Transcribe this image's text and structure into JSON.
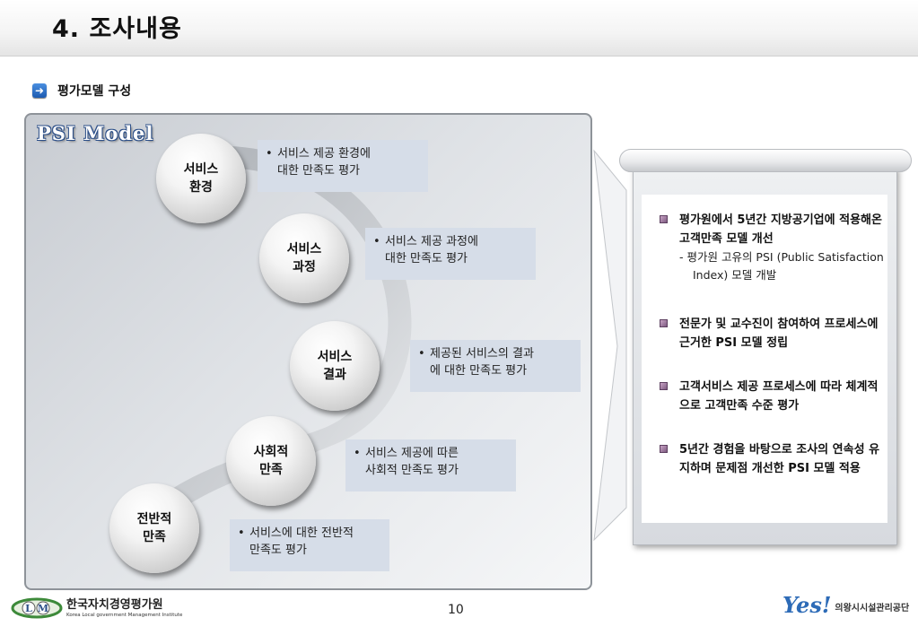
{
  "header": {
    "title": "4. 조사내용"
  },
  "section": {
    "icon": "arrow-right-icon",
    "label": "평가모델 구성"
  },
  "panel": {
    "logo_text": "PSI Model",
    "items": [
      {
        "circle": "서비스\n환경",
        "desc": "서비스 제공 환경에\n대한 만족도 평가"
      },
      {
        "circle": "서비스\n과정",
        "desc": "서비스 제공 과정에\n대한 만족도 평가"
      },
      {
        "circle": "서비스\n결과",
        "desc": "제공된 서비스의 결과\n에 대한 만족도 평가"
      },
      {
        "circle": "사회적\n만족",
        "desc": "서비스 제공에 따른\n사회적 만족도 평가"
      },
      {
        "circle": "전반적\n만족",
        "desc": "서비스에 대한 전반적\n만족도 평가"
      }
    ]
  },
  "summary": {
    "bullets": [
      {
        "text": "평가원에서 5년간 지방공기업에 적용해온 고객만족 모델 개선",
        "sub": "-  평가원 고유의 PSI (Public Satisfaction Index) 모델 개발"
      },
      {
        "text": "전문가 및 교수진이 참여하여 프로세스에 근거한 PSI 모델 정립"
      },
      {
        "text": "고객서비스 제공 프로세스에 따라 체계적으로 고객만족 수준 평가"
      },
      {
        "text": "5년간 경험을 바탕으로 조사의 연속성 유지하며 문제점 개선한 PSI 모델 적용"
      }
    ]
  },
  "footer": {
    "left_logo_letters": [
      "L",
      "M"
    ],
    "org_name": "한국자치경영평가원",
    "org_name_en": "Korea Local government Management Institute",
    "page_number": "10",
    "right_logo": "Yes!",
    "right_org": "의왕시시설관리공단"
  },
  "colors": {
    "desc_box": "#d6dde8",
    "logo_blue": "#2c4f88",
    "bullet_purple": "#7d5a80"
  }
}
